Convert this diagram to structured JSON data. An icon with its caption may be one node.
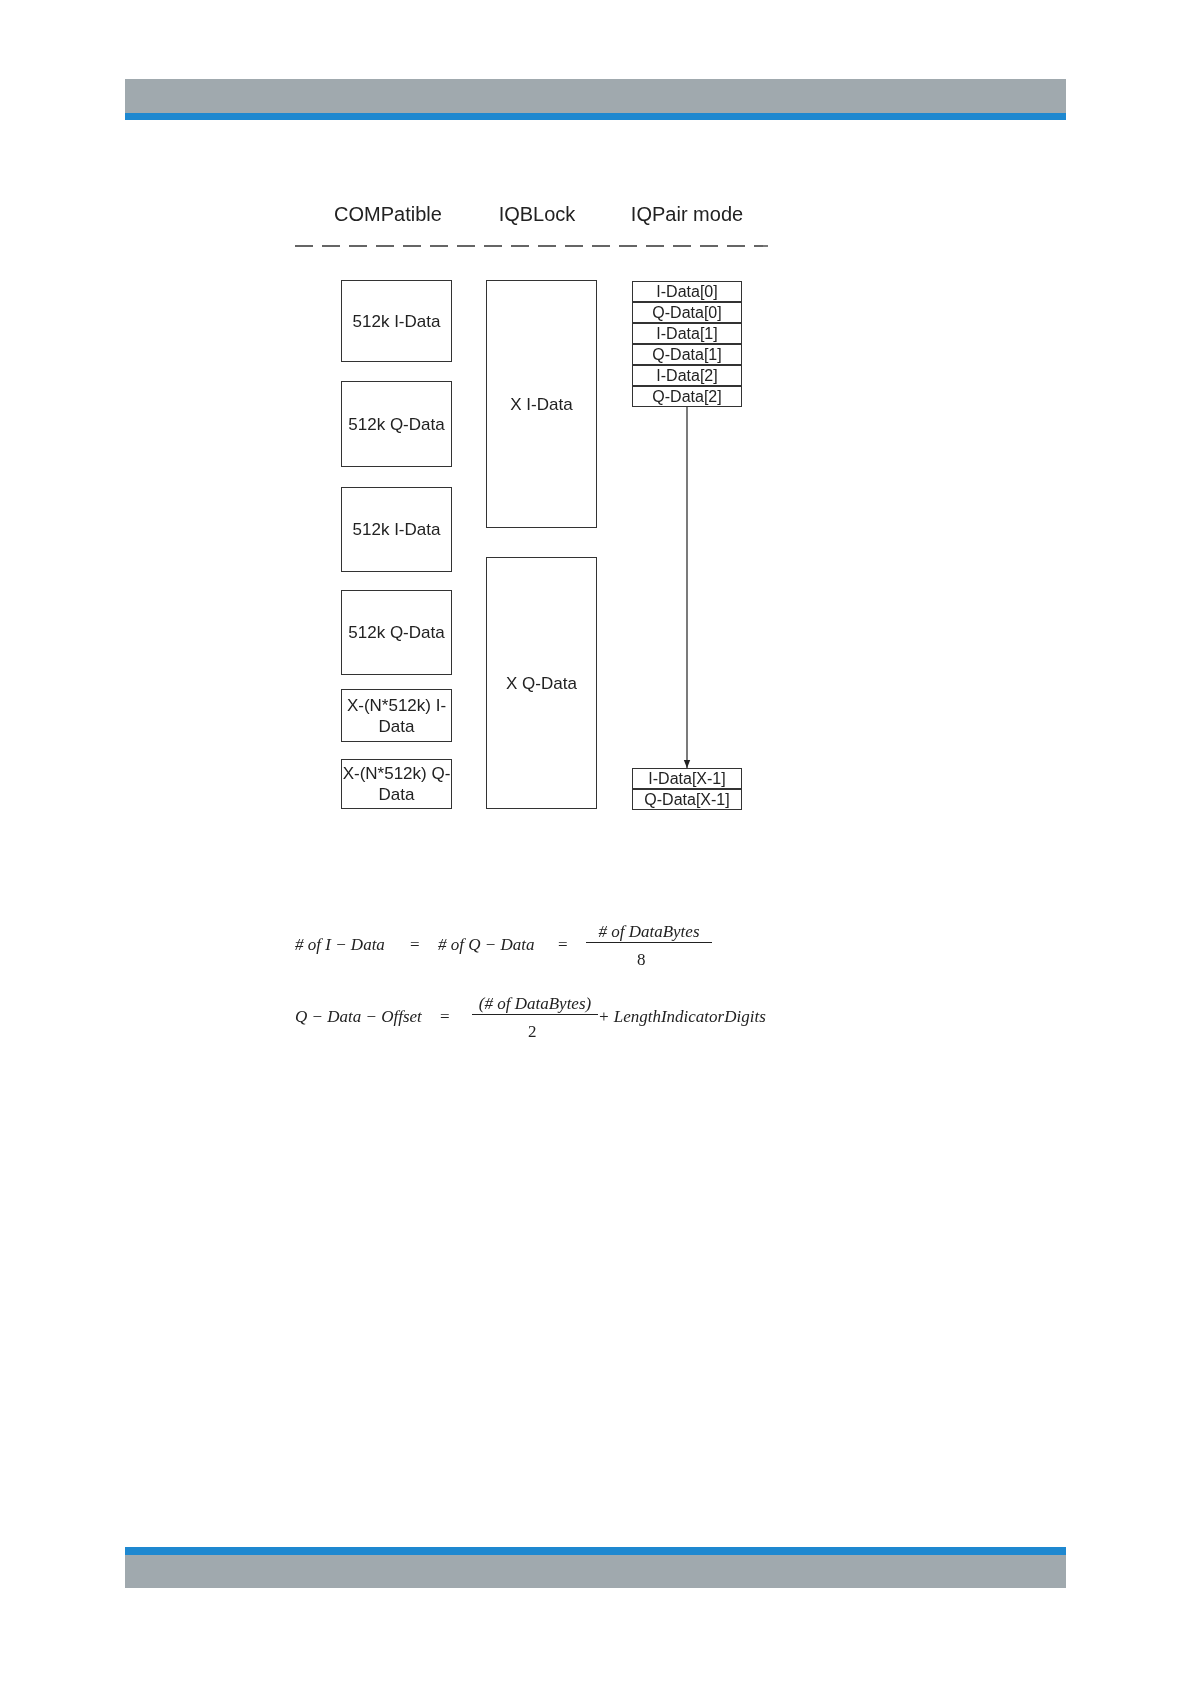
{
  "diagram": {
    "nodes": [
      {
        "text": [
          "512k I-Data"
        ]
      },
      {
        "text": [
          "512k Q-Data"
        ]
      },
      {
        "text": [
          "512k I-Data"
        ]
      },
      {
        "text": [
          "512k Q-Data"
        ]
      },
      {
        "text": [
          "X-(N*512k) I-Data"
        ]
      },
      {
        "text": [
          "X-(N*512k) Q-Data"
        ]
      },
      {
        "text": [
          "X I-Data"
        ]
      },
      {
        "text": [
          "X Q-Data"
        ]
      },
      {
        "text": [
          "I-Data[0]"
        ]
      },
      {
        "text": [
          "Q-Data[0]"
        ]
      },
      {
        "text": [
          "I-Data[1]"
        ]
      },
      {
        "text": [
          "Q-Data[1]"
        ]
      },
      {
        "text": [
          "I-Data[2]"
        ]
      },
      {
        "text": [
          "Q-Data[2]"
        ]
      },
      {
        "text": [
          "I-Data[X-1]"
        ]
      },
      {
        "text": [
          "Q-Data[X-1]"
        ]
      }
    ],
    "edges": [
      {
        "from": 13,
        "to": 14,
        "arrow": "to"
      }
    ],
    "labels": [
      "COMPatible",
      "IQBLock",
      "IQPair mode",
      "# of I − Data",
      "=",
      "# of Q − Data",
      "=",
      "# of DataBytes",
      "8",
      "Q − Data − Offset",
      "=",
      "(# of DataBytes)",
      "2",
      "+ LengthIndicatorDigits"
    ]
  }
}
